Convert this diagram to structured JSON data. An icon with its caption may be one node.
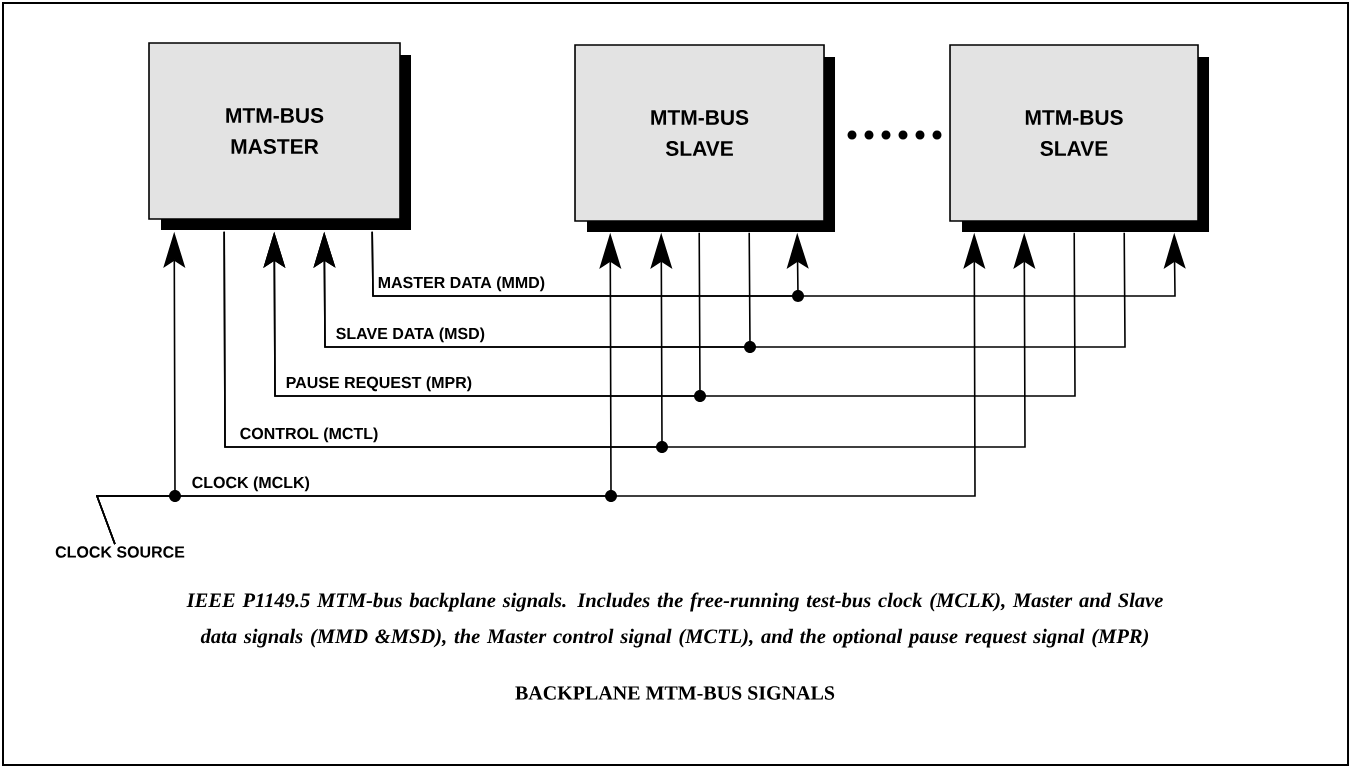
{
  "diagram": {
    "title": "BACKPLANE MTM-BUS SIGNALS",
    "caption": "IEEE P1149.5 MTM-bus backplane signals.  Includes the free-running test-bus clock (MCLK), Master and Slave data signals (MMD &MSD), the Master control signal (MCTL), and the optional pause request signal (MPR)",
    "nodes": [
      {
        "text": [
          "MTM-BUS MASTER"
        ]
      },
      {
        "text": [
          "MTM-BUS SLAVE"
        ]
      },
      {
        "text": [
          "MTM-BUS SLAVE"
        ]
      },
      {
        "text": [
          "CLOCK SOURCE"
        ]
      }
    ],
    "edges": [
      {
        "from": 0,
        "to": 1,
        "arrow": "to",
        "label": "MASTER DATA (MMD)"
      },
      {
        "from": 0,
        "to": 2,
        "arrow": "to"
      },
      {
        "from": 1,
        "to": 0,
        "arrow": "to",
        "label": "SLAVE DATA (MSD)"
      },
      {
        "from": 2,
        "to": 0,
        "arrow": "to"
      },
      {
        "from": 1,
        "to": 0,
        "arrow": "to",
        "label": "PAUSE REQUEST (MPR)"
      },
      {
        "from": 2,
        "to": 0,
        "arrow": "to"
      },
      {
        "from": 0,
        "to": 1,
        "arrow": "to",
        "label": "CONTROL (MCTL)"
      },
      {
        "from": 0,
        "to": 2,
        "arrow": "to"
      },
      {
        "from": 3,
        "to": 0,
        "arrow": "to",
        "label": "CLOCK (MCLK)"
      },
      {
        "from": 3,
        "to": 1,
        "arrow": "to"
      },
      {
        "from": 3,
        "to": 2,
        "arrow": "to"
      }
    ]
  }
}
